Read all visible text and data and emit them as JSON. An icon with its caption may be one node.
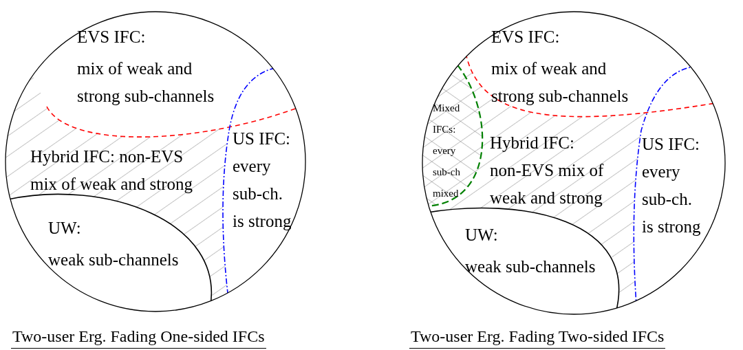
{
  "diagram": {
    "nodes": [
      {
        "text": [],
        "shape": "circle",
        "beside": [
          "Two-user Erg. Fading One-sided IFCs"
        ]
      },
      {
        "text": [
          "EVS IFC:",
          "mix of weak and strong sub-channels"
        ],
        "in": 0
      },
      {
        "text": [
          "Hybrid IFC: non-EVS mix of weak and strong"
        ],
        "in": 0
      },
      {
        "text": [
          "US IFC:",
          "every sub-ch. is strong"
        ],
        "in": 0
      },
      {
        "text": [
          "UW:",
          "weak sub-channels"
        ],
        "in": 0
      },
      {
        "text": [],
        "shape": "circle",
        "beside": [
          "Two-user Erg. Fading Two-sided IFCs"
        ]
      },
      {
        "text": [
          "EVS IFC:",
          "mix of weak and strong sub-channels"
        ],
        "in": 5
      },
      {
        "text": [
          "Mixed IFCs: every sub-ch mixed"
        ],
        "in": 5
      },
      {
        "text": [
          "Hybrid IFC:",
          "non-EVS mix of weak and strong"
        ],
        "in": 5
      },
      {
        "text": [
          "US IFC:",
          "every sub-ch. is strong"
        ],
        "in": 5
      },
      {
        "text": [
          "UW:",
          "weak sub-channels"
        ],
        "in": 5
      }
    ]
  }
}
